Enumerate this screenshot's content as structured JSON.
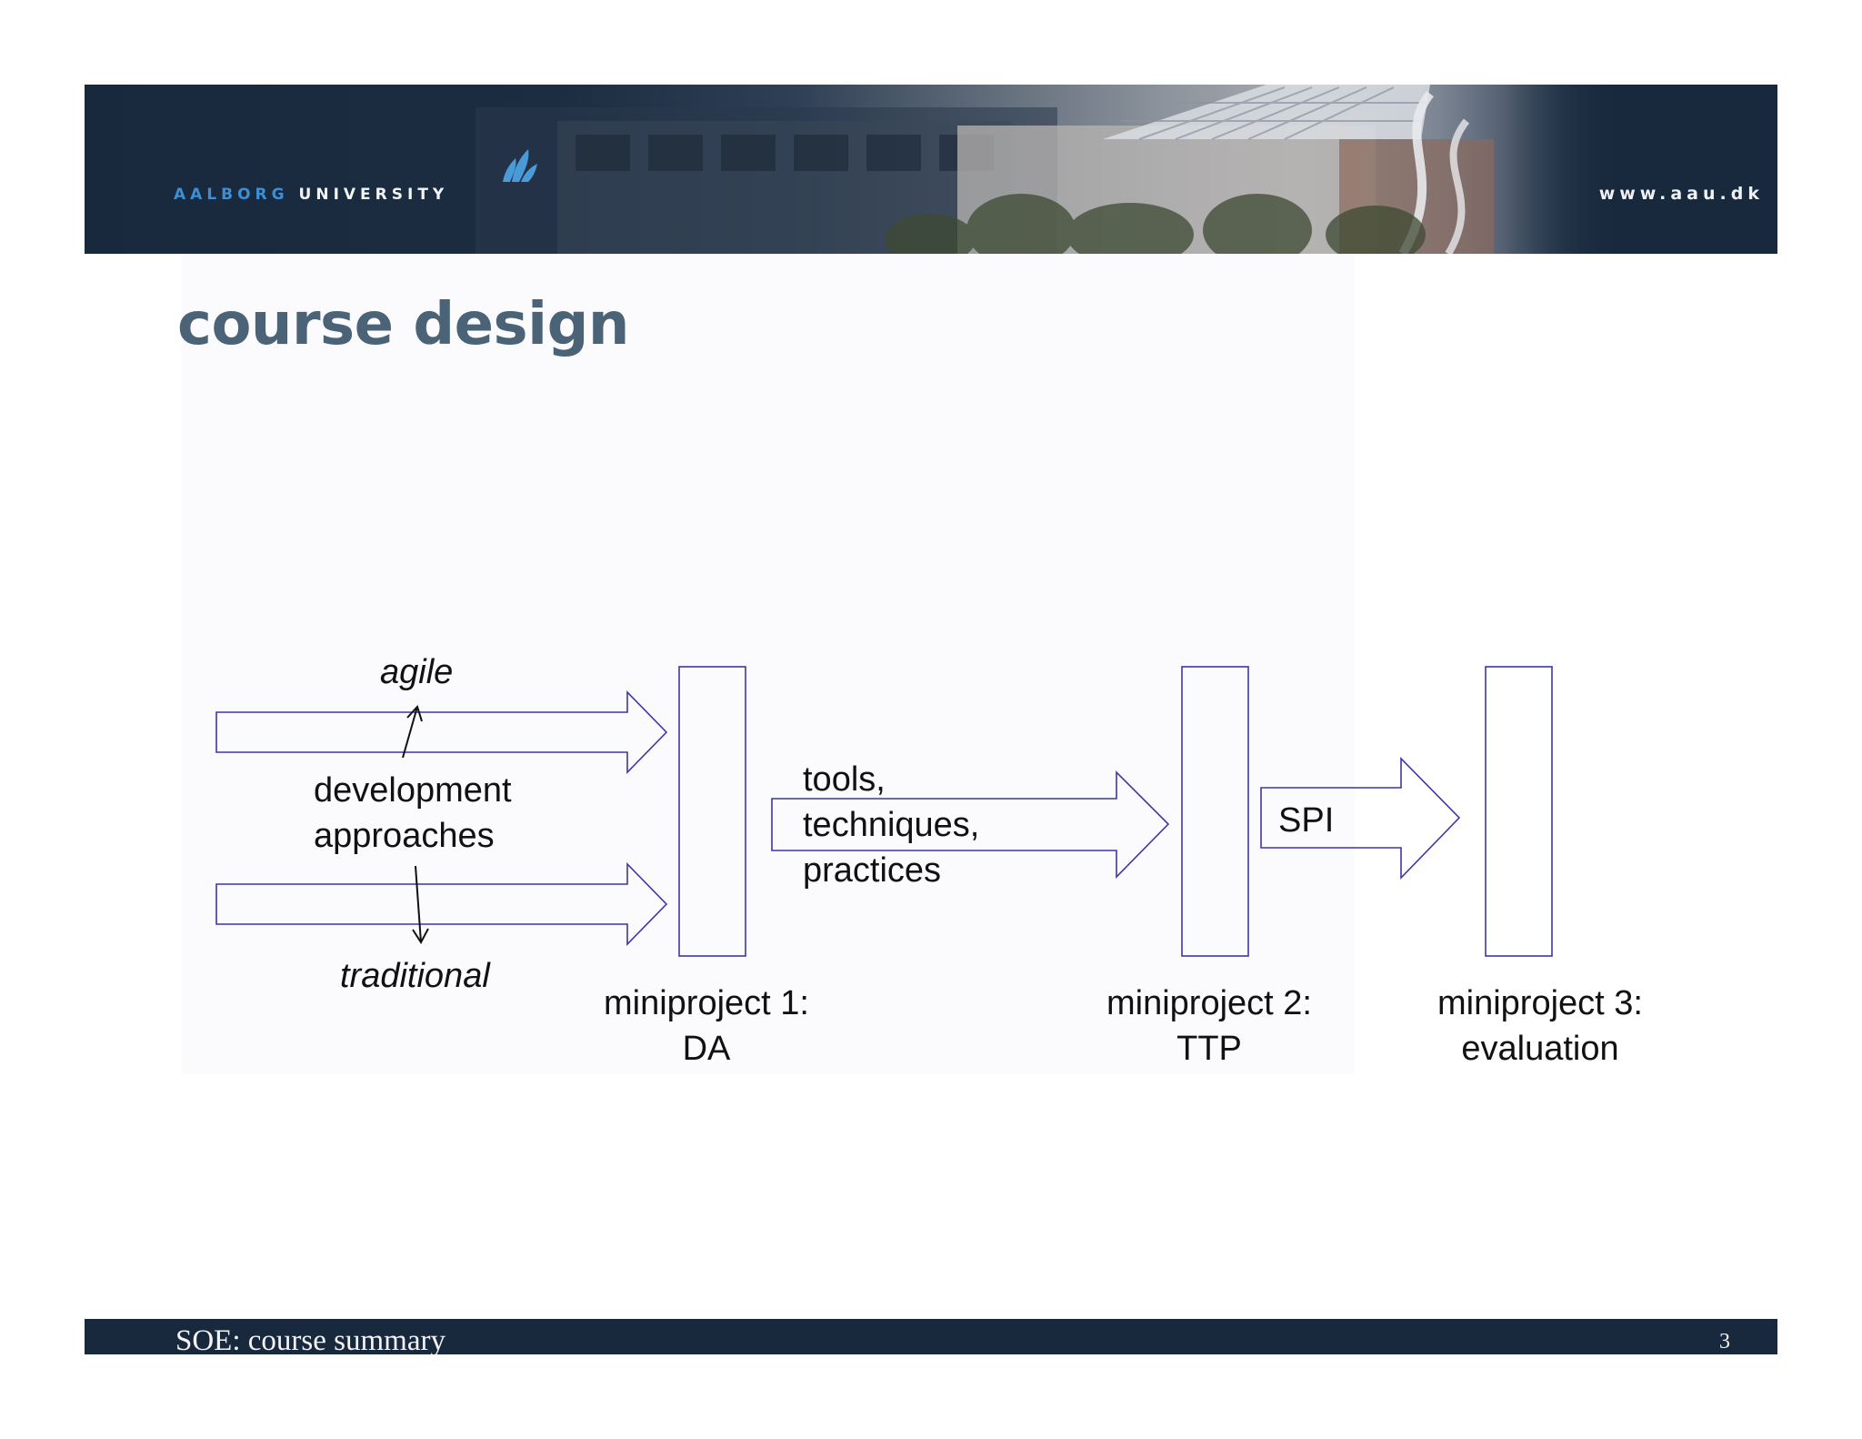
{
  "header": {
    "university_part1": "AALBORG",
    "university_part2": "UNIVERSITY",
    "website": "www.aau.dk"
  },
  "slide": {
    "title": "course design"
  },
  "diagram": {
    "labels": {
      "agile": "agile",
      "development_line1": "development",
      "development_line2": "approaches",
      "traditional": "traditional",
      "tools_line1": "tools,",
      "tools_line2": "techniques,",
      "tools_line3": "practices",
      "spi": "SPI",
      "mp1_line1": "miniproject 1:",
      "mp1_line2": "DA",
      "mp2_line1": "miniproject 2:",
      "mp2_line2": "TTP",
      "mp3_line1": "miniproject 3:",
      "mp3_line2": "evaluation"
    },
    "colors": {
      "shape_stroke": "#3e35a8",
      "connector": "#111111"
    }
  },
  "footer": {
    "text": "SOE: course summary",
    "page_number": "3"
  }
}
